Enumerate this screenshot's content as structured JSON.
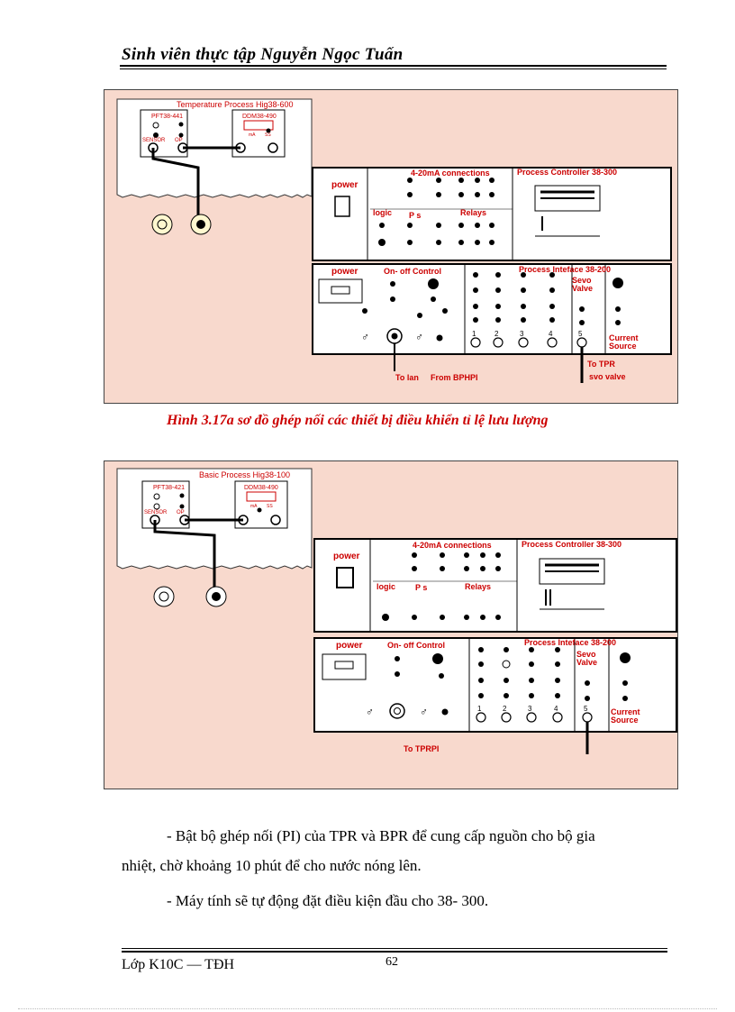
{
  "header": {
    "title": "Sinh viên thực tập Nguyễn Ngọc Tuấn"
  },
  "diagram1": {
    "module_title": "Temperature Process Hig38-600",
    "pft": "PFT38-441",
    "ddm": "DDM38-490",
    "sensor": "SENSOR",
    "op": "OP",
    "ma": "mA",
    "ss": "SS",
    "power": "power",
    "conn": "4-20mA connections",
    "pc": "Process Controller 38-300",
    "logic": "logic",
    "ps": "P s",
    "relays": "Relays",
    "power2": "power",
    "onoff": "On- off Control",
    "pi": "Process Inteface 38-200",
    "sevo": "Sevo",
    "valve": "Valve",
    "current": "Current",
    "source": "Source",
    "n1": "1",
    "n2": "2",
    "n3": "3",
    "n4": "4",
    "n5": "5",
    "tolan": "To lan",
    "from": "From BPHPI",
    "totpr": "To TPR",
    "sevovalve": "svo valve"
  },
  "caption": "Hình 3.17a sơ đồ ghép nối các thiết bị điều khiển tỉ lệ lưu lượng",
  "diagram2": {
    "module_title": "Basic Process Hig38-100",
    "pft": "PFT38-421",
    "ddm": "DDM38-490",
    "sensor": "SENSOR",
    "op": "OP",
    "ma": "mA",
    "ss": "SS",
    "power": "power",
    "conn": "4-20mA connections",
    "pc": "Process Controller 38-300",
    "logic": "logic",
    "ps": "P s",
    "relays": "Relays",
    "power2": "power",
    "onoff": "On- off Control",
    "pi": "Process Inteface 38-200",
    "sevo": "Sevo",
    "valve": "Valve",
    "current": "Current",
    "source": "Source",
    "n1": "1",
    "n2": "2",
    "n3": "3",
    "n4": "4",
    "n5": "5",
    "totrpi": "To TPRPI"
  },
  "body": {
    "p1a": "- Bật bộ ghép nối (PI) của TPR và BPR để cung cấp nguồn cho bộ gia",
    "p1b": "nhiệt, chờ khoảng 10 phút để cho nước nóng lên.",
    "p2": "- Máy tính sẽ tự động đặt điều kiện đầu cho 38- 300."
  },
  "footer": {
    "class": "Lớp K10C — TĐH",
    "page": "62"
  },
  "colors": {
    "background": "#f8d9cd",
    "label": "#cc0000",
    "caption": "#cc0000"
  }
}
